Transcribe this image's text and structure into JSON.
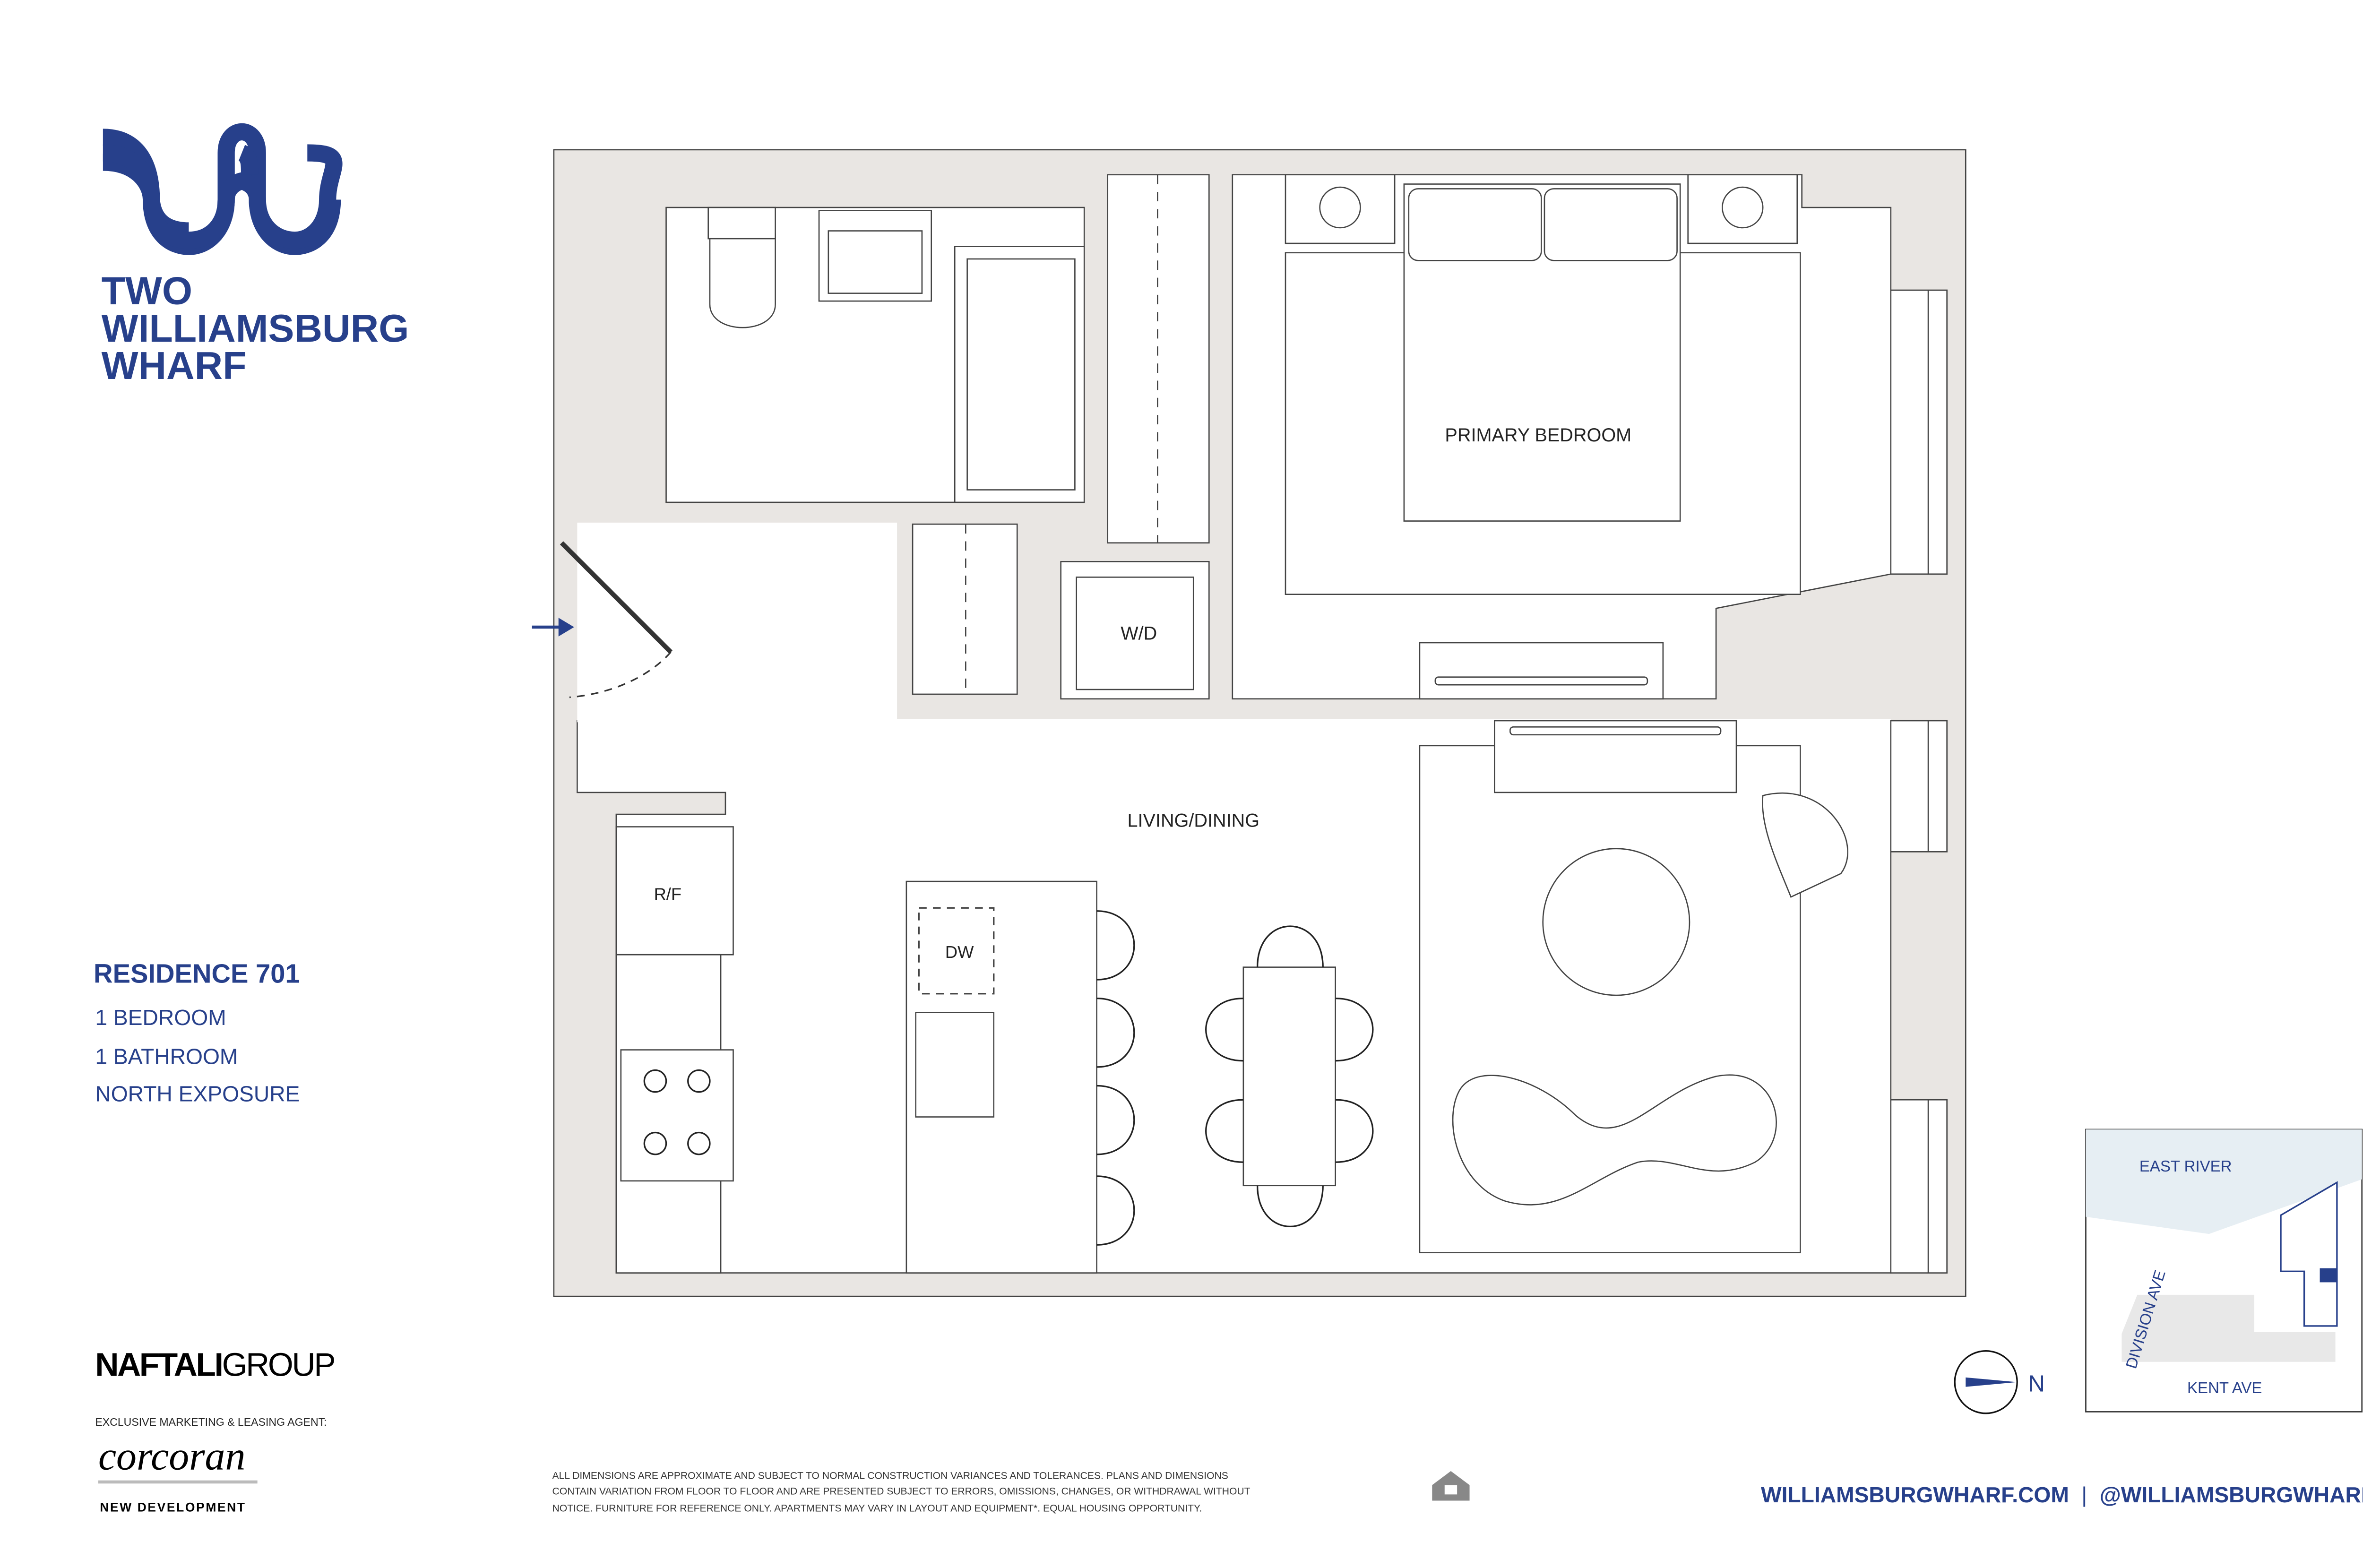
{
  "brand": {
    "name_lines": [
      "TWO",
      "WILLIAMSBURG",
      "WHARF"
    ],
    "accent_color": "#27408b",
    "logo_icon": "wave-w-logo"
  },
  "residence": {
    "title": "RESIDENCE 701",
    "details": [
      "1 BEDROOM",
      "1 BATHROOM",
      "NORTH EXPOSURE"
    ]
  },
  "developer": {
    "logo_bold": "NAFTALI",
    "logo_light": "GROUP"
  },
  "agent": {
    "caption": "EXCLUSIVE MARKETING & LEASING AGENT:",
    "logo": "corcoran",
    "division": "NEW DEVELOPMENT"
  },
  "floorplan": {
    "rooms": {
      "bedroom": "PRIMARY BEDROOM",
      "living": "LIVING/DINING",
      "washer_dryer": "W/D",
      "fridge": "R/F",
      "dishwasher": "DW"
    },
    "wall_color": "#e9e6e3",
    "entry_icon": "arrow-right-icon"
  },
  "compass": {
    "label": "N",
    "icon": "north-arrow-icon"
  },
  "keymap": {
    "river": "EAST RIVER",
    "street_1": "DIVISION AVE",
    "street_2": "KENT AVE",
    "water_color": "#e6eef3"
  },
  "disclaimer": [
    "ALL DIMENSIONS ARE APPROXIMATE AND SUBJECT TO NORMAL CONSTRUCTION VARIANCES AND TOLERANCES. PLANS AND DIMENSIONS",
    "CONTAIN VARIATION FROM FLOOR TO FLOOR AND ARE PRESENTED SUBJECT TO ERRORS, OMISSIONS, CHANGES, OR WITHDRAWAL WITHOUT",
    "NOTICE. FURNITURE FOR REFERENCE ONLY.  APARTMENTS MAY VARY IN LAYOUT AND EQUIPMENT*. EQUAL HOUSING OPPORTUNITY."
  ],
  "equal_housing_logo": "EQUAL HOUSING OPPORTUNITY",
  "footer": {
    "website": "WILLIAMSBURGWHARF.COM",
    "separator": "|",
    "social": "@WILLIAMSBURGWHARF"
  }
}
